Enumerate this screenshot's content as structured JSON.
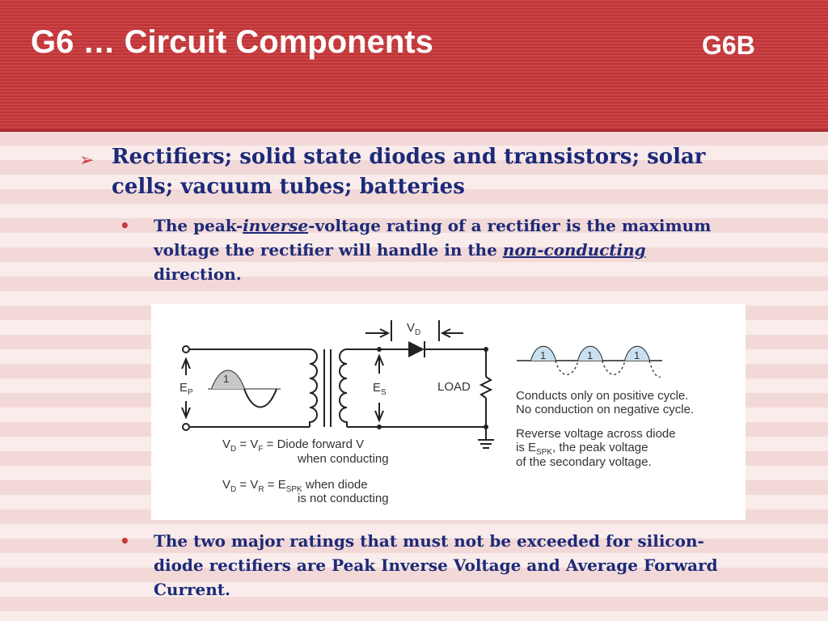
{
  "header": {
    "title": "G6 … Circuit Components",
    "code": "G6B"
  },
  "bullet": {
    "text": "Rectifiers; solid state diodes and transistors; solar cells; vacuum tubes; batteries"
  },
  "sub1": {
    "prefix": "The peak-",
    "em": "inverse",
    "mid": "-voltage rating of a rectifier is the maximum voltage the rectifier will handle in the ",
    "u": "non-conducting",
    "suffix": " direction."
  },
  "sub2": {
    "text": "The two major ratings that must not be exceeded for silicon-diode rectifiers are Peak Inverse Voltage and Average Forward Current."
  },
  "figure": {
    "vd_label": "V",
    "vd_sub": "D",
    "ep_label": "E",
    "ep_sub": "P",
    "es_label": "E",
    "es_sub": "S",
    "load": "LOAD",
    "wave_label": "1",
    "out_labels": [
      "1",
      "1",
      "1"
    ],
    "eq1_v": "V",
    "eq1_sub1": "D",
    "eq1_eq": " = V",
    "eq1_sub2": "F",
    "eq1_rest": " = Diode forward V",
    "eq1_line2": "when conducting",
    "eq2_v": "V",
    "eq2_sub1": "D",
    "eq2_eq": " = V",
    "eq2_sub2": "R",
    "eq2_mid": " = E",
    "eq2_sub3": "SPK",
    "eq2_rest": " when diode",
    "eq2_line2": "is not conducting",
    "note1_line1": "Conducts only on positive cycle.",
    "note1_line2": "No conduction on negative cycle.",
    "note2_line1": "Reverse voltage across diode",
    "note2_line2a": "is E",
    "note2_line2sub": "SPK",
    "note2_line2b": ", the peak voltage",
    "note2_line3": "of the secondary voltage."
  },
  "colors": {
    "header_bg": "#c8383b",
    "text_blue": "#1c2a78",
    "bullet_red": "#c8383b"
  }
}
